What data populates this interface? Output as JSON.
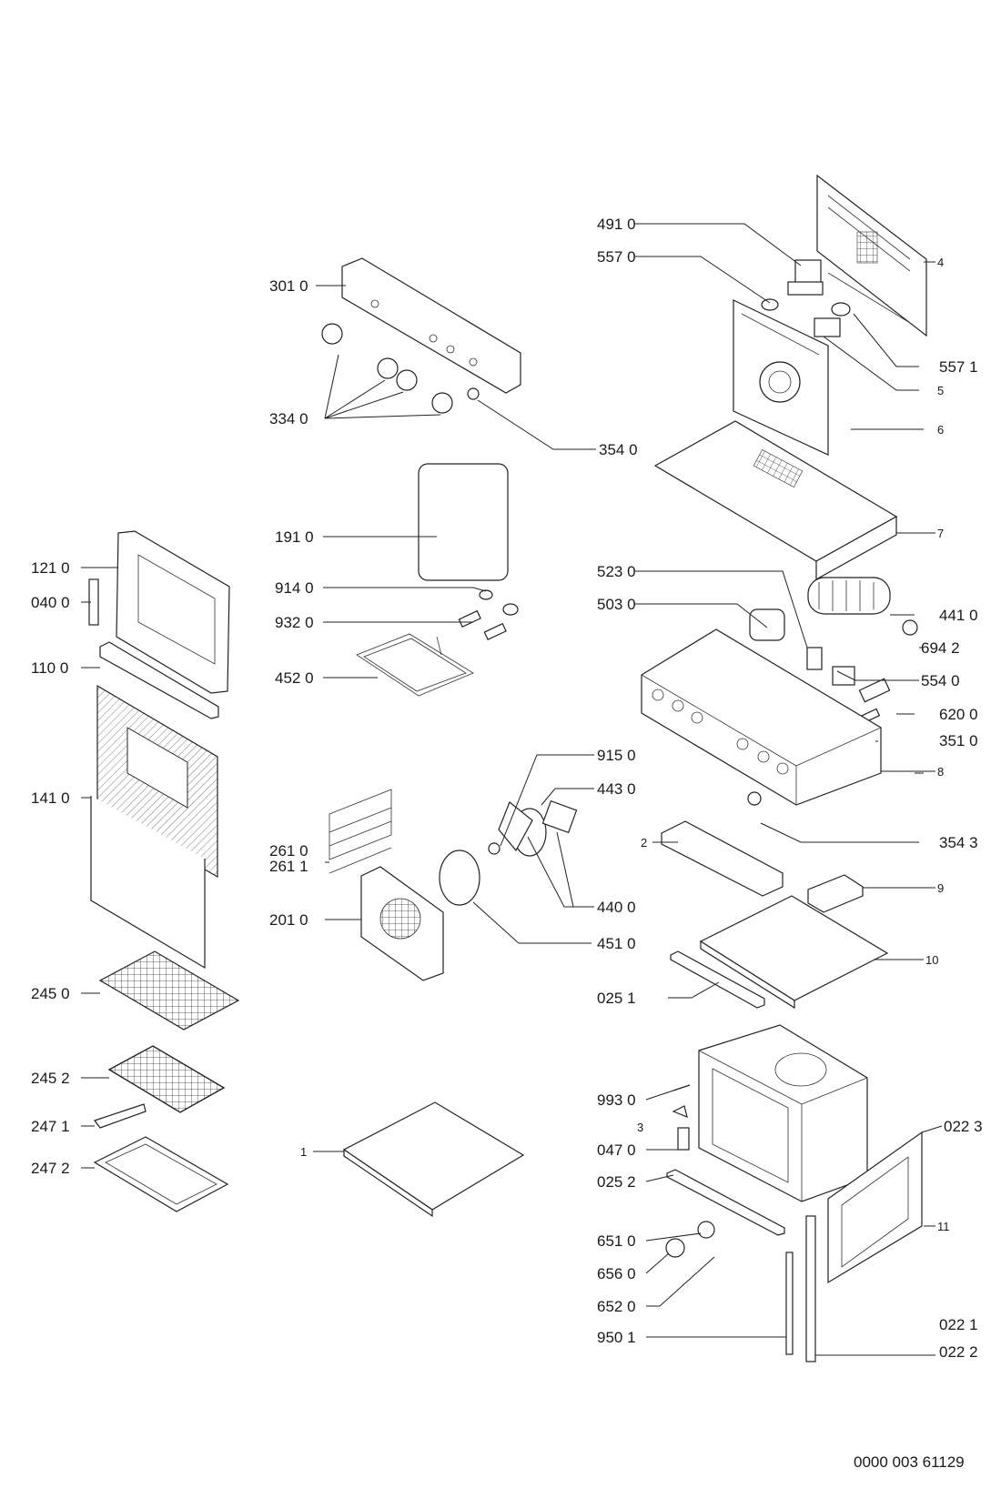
{
  "document_number": "0000 003 61129",
  "callouts": {
    "c491_0": "491 0",
    "c557_0": "557 0",
    "c4": "4",
    "c557_1": "557 1",
    "c5": "5",
    "c6": "6",
    "c7": "7",
    "c301_0": "301 0",
    "c334_0": "334 0",
    "c354_0": "354 0",
    "c191_0": "191 0",
    "c914_0": "914 0",
    "c932_0": "932 0",
    "c452_0": "452 0",
    "c121_0": "121 0",
    "c040_0": "040 0",
    "c110_0": "110 0",
    "c141_0": "141 0",
    "c523_0": "523 0",
    "c503_0": "503 0",
    "c441_0": "441 0",
    "c694_2": "694 2",
    "c554_0": "554 0",
    "c620_0": "620 0",
    "c351_0": "351 0",
    "c8": "8",
    "c915_0": "915 0",
    "c443_0": "443 0",
    "c354_3": "354 3",
    "c2": "2",
    "c261_0": "261 0",
    "c261_1": "261 1",
    "c201_0": "201 0",
    "c440_0": "440 0",
    "c9": "9",
    "c451_0": "451 0",
    "c10": "10",
    "c025_1": "025 1",
    "c245_0": "245 0",
    "c245_2": "245 2",
    "c247_1": "247 1",
    "c247_2": "247 2",
    "c1": "1",
    "c993_0": "993 0",
    "c3": "3",
    "c022_3": "022 3",
    "c047_0": "047 0",
    "c025_2": "025 2",
    "c11": "11",
    "c651_0": "651 0",
    "c656_0": "656 0",
    "c652_0": "652 0",
    "c950_1": "950 1",
    "c022_1": "022 1",
    "c022_2": "022 2"
  }
}
